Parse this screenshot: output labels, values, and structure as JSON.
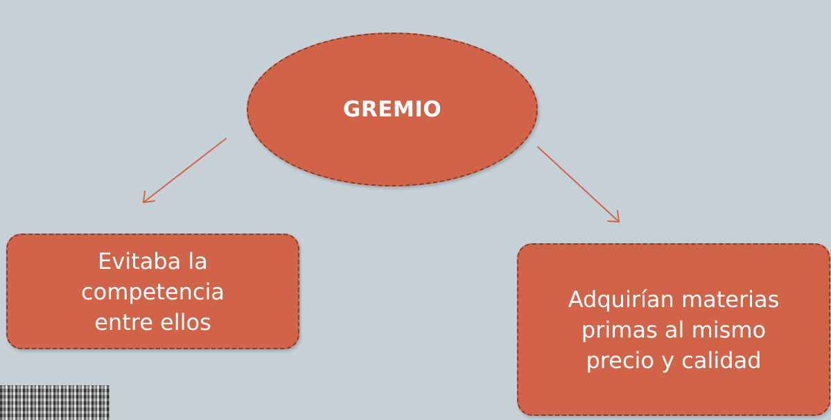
{
  "diagram": {
    "center_node": {
      "label": "GREMIO"
    },
    "left_node": {
      "label": "Evitaba la\ncompetencia\nentre ellos"
    },
    "right_node": {
      "label": "Adquirían materias\nprimas al mismo\nprecio y calidad"
    }
  },
  "colors": {
    "background": "#c5d1d7",
    "node_fill": "#d16349",
    "node_border": "#8c3a27",
    "arrow": "#d16349",
    "text": "#ffffff"
  }
}
